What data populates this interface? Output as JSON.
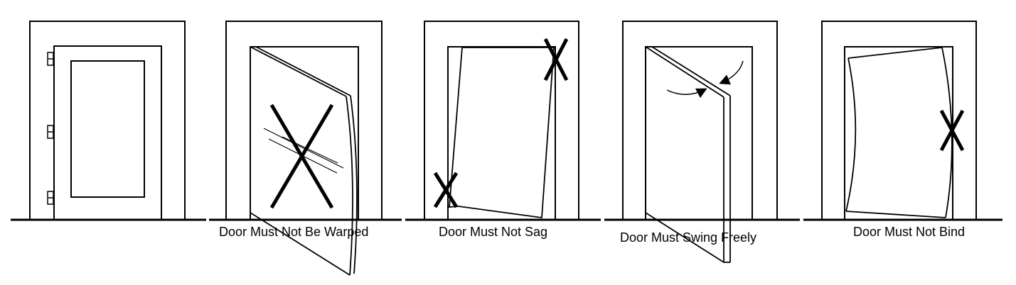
{
  "captions": {
    "panel_1": "",
    "panel_2": "Door Must Not Be Warped",
    "panel_3": "Door Must Not Sag",
    "panel_4": "Door Must Swing Freely",
    "panel_5": "Door Must Not Bind"
  },
  "colors": {
    "line": "#000000",
    "background": "#ffffff"
  },
  "icons": [
    "hinge-icon",
    "x-mark-icon",
    "swing-arrow-icon"
  ]
}
